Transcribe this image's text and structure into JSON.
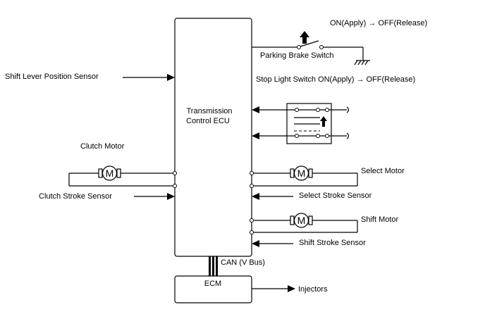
{
  "ecu": {
    "line1": "Transmission",
    "line2": "Control ECU"
  },
  "ecm": {
    "label": "ECM"
  },
  "can": {
    "label": "CAN (V Bus)"
  },
  "injectors": {
    "label": "Injectors"
  },
  "parking_brake": {
    "state_label": "ON(Apply) → OFF(Release)",
    "switch_label": "Parking Brake Switch"
  },
  "stop_light": {
    "label": "Stop Light Switch ON(Apply) → OFF(Release)"
  },
  "shift_lever": {
    "label": "Shift Lever Position Sensor"
  },
  "clutch_motor": {
    "label": "Clutch Motor",
    "symbol": "M"
  },
  "clutch_stroke": {
    "label": "Clutch Stroke Sensor"
  },
  "select_motor": {
    "label": "Select Motor",
    "symbol": "M"
  },
  "select_stroke": {
    "label": "Select Stroke Sensor"
  },
  "shift_motor": {
    "label": "Shift Motor",
    "symbol": "M"
  },
  "shift_stroke": {
    "label": "Shift Stroke Sensor"
  }
}
